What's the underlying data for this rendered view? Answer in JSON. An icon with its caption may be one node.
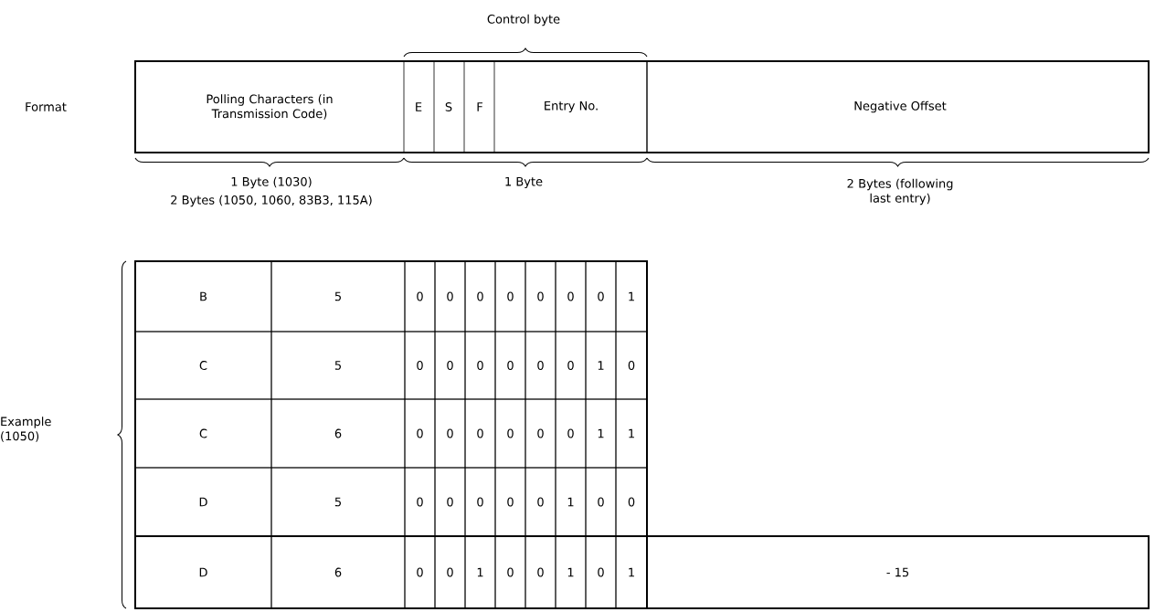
{
  "diagram": {
    "labels": [
      "Control byte",
      "Format",
      "Polling Characters (in Transmission Code)",
      "E",
      "S",
      "F",
      "Entry No.",
      "Negative Offset",
      "1 Byte (1030)",
      "2 Bytes (1050, 1060, 83B3, 115A)",
      "1 Byte",
      "2 Bytes (following last entry)",
      "Example (1050)",
      "B",
      "5",
      "0",
      "0",
      "0",
      "0",
      "0",
      "0",
      "0",
      "1",
      "C",
      "5",
      "0",
      "0",
      "0",
      "0",
      "0",
      "0",
      "1",
      "0",
      "C",
      "6",
      "0",
      "0",
      "0",
      "0",
      "0",
      "0",
      "1",
      "1",
      "D",
      "5",
      "0",
      "0",
      "0",
      "0",
      "0",
      "1",
      "0",
      "0",
      "D",
      "6",
      "0",
      "0",
      "1",
      "0",
      "0",
      "1",
      "0",
      "1",
      "- 15"
    ]
  }
}
